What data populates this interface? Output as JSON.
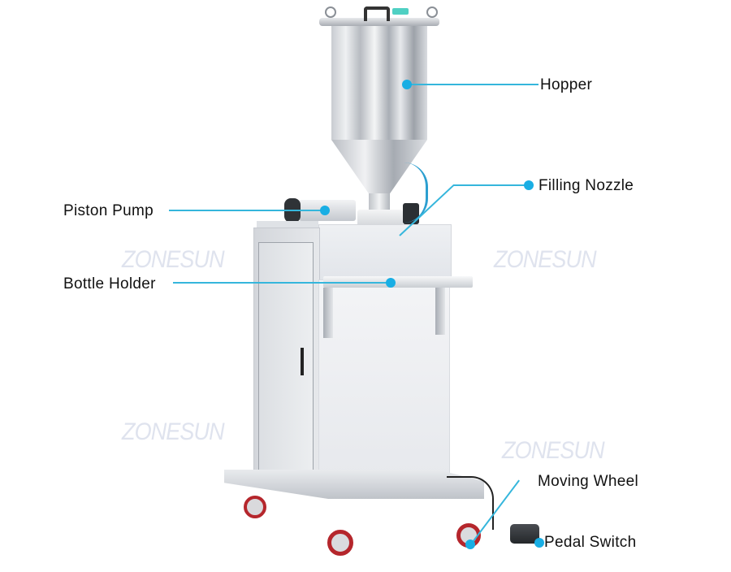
{
  "diagram": {
    "subject": "Semi-automatic paste filling machine with hopper",
    "watermark_text": "ZONESUN",
    "accent_color": "#19aee4",
    "callouts": [
      {
        "id": "hopper",
        "label": "Hopper"
      },
      {
        "id": "filling-nozzle",
        "label": "Filling Nozzle"
      },
      {
        "id": "piston-pump",
        "label": "Piston Pump"
      },
      {
        "id": "bottle-holder",
        "label": "Bottle Holder"
      },
      {
        "id": "moving-wheel",
        "label": "Moving Wheel"
      },
      {
        "id": "pedal-switch",
        "label": "Pedal Switch"
      }
    ]
  }
}
